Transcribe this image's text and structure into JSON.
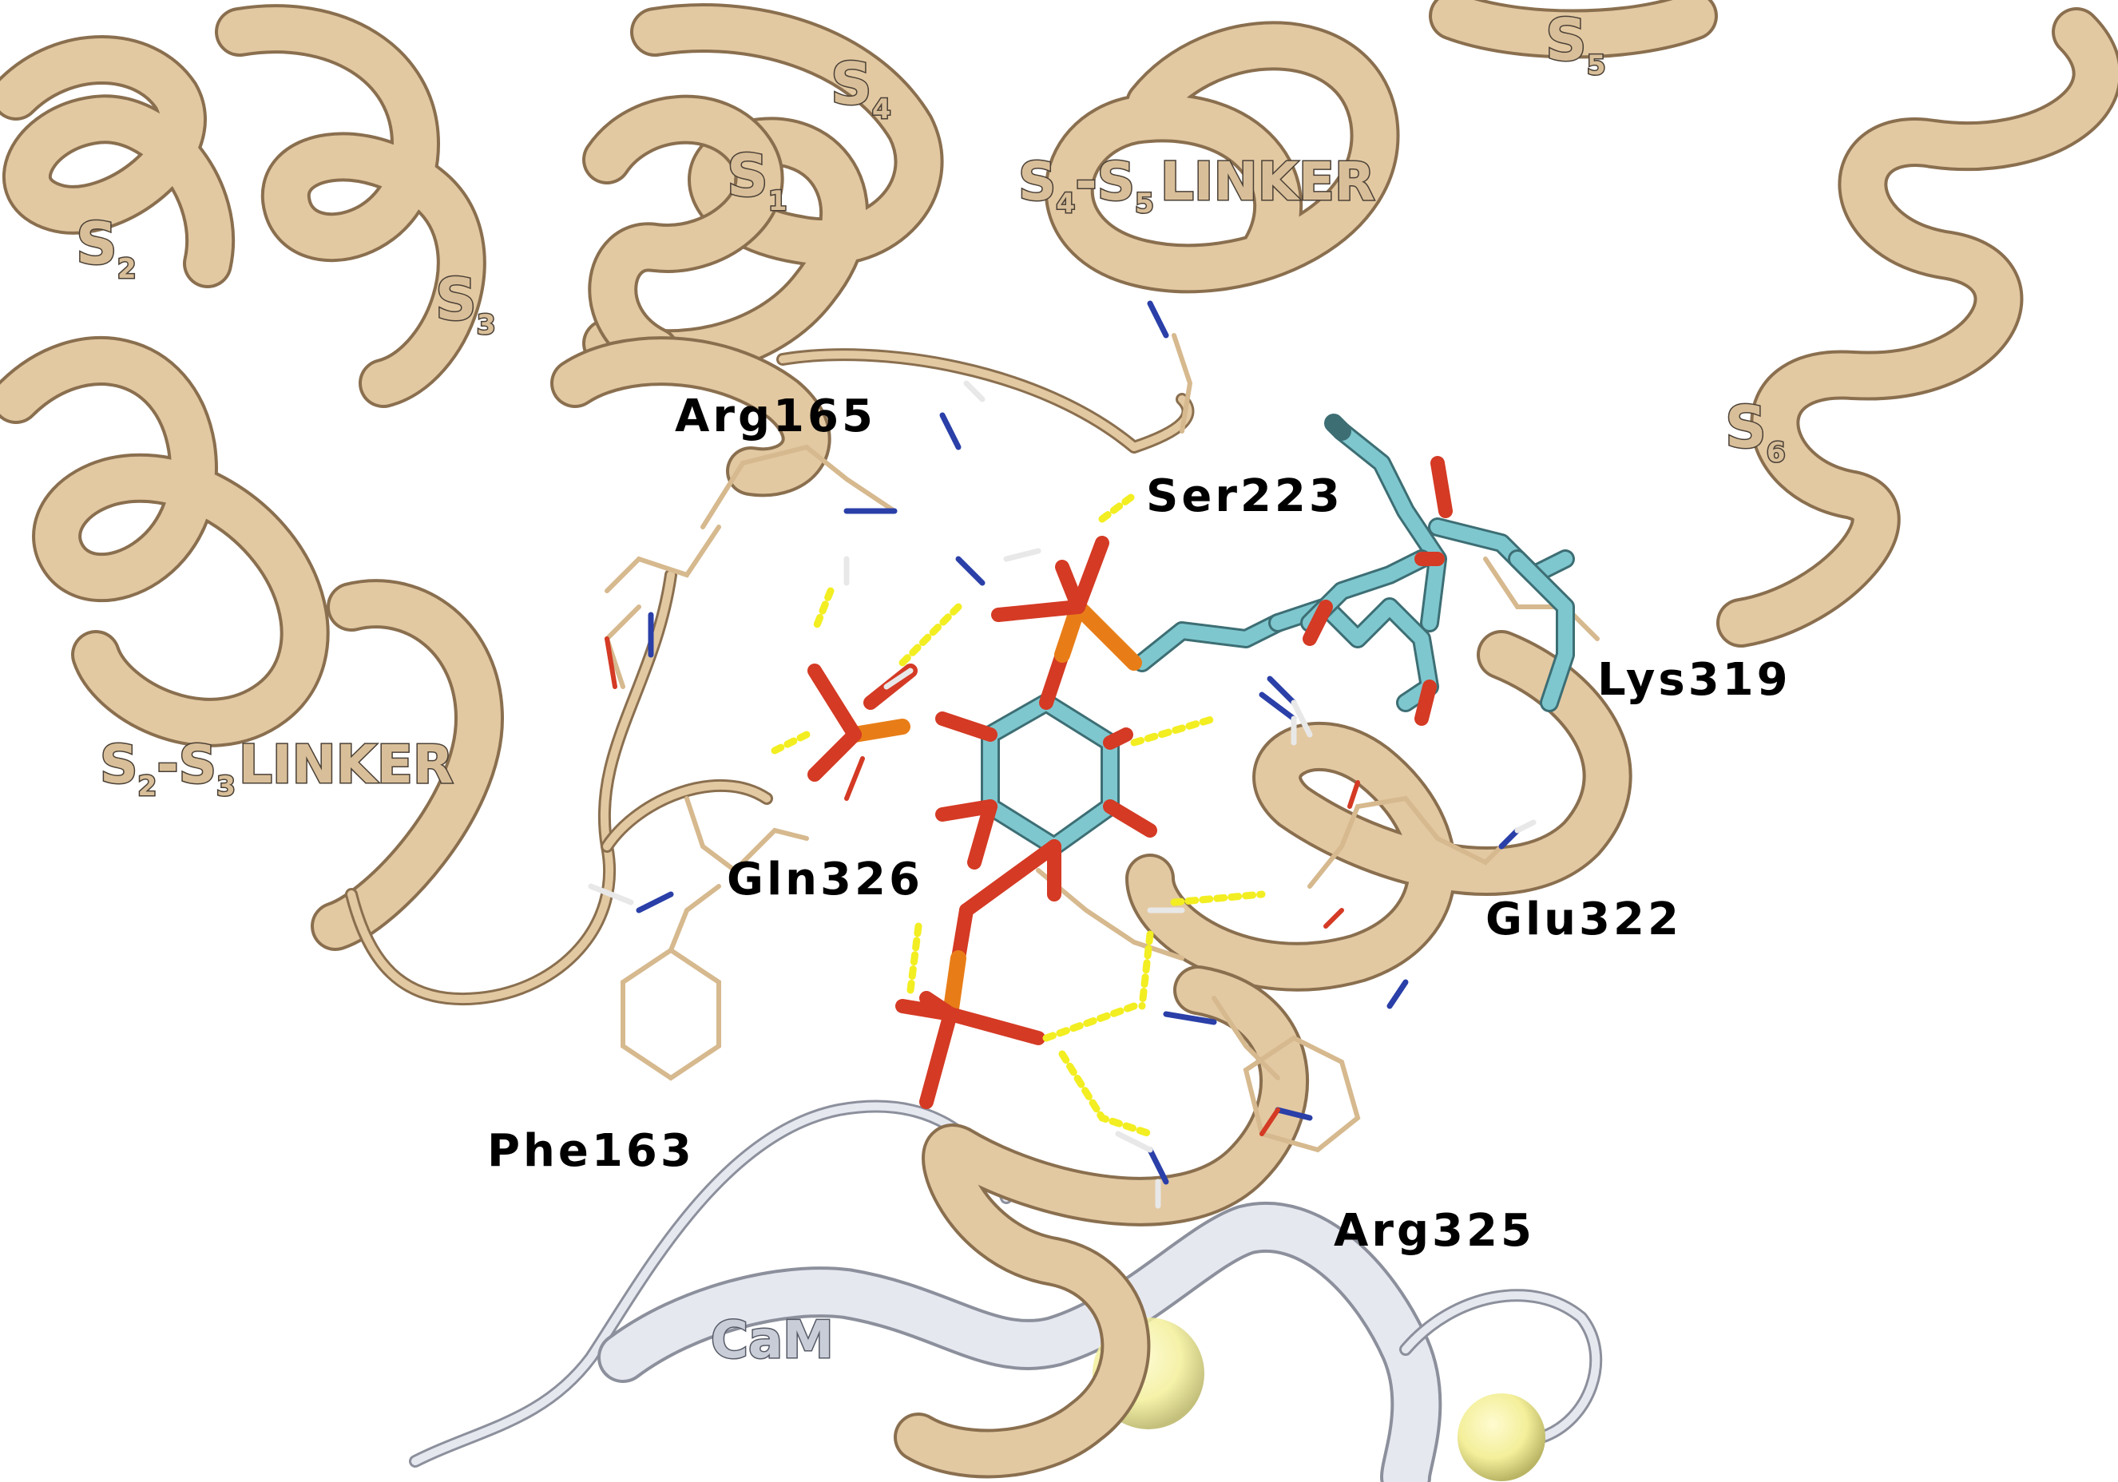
{
  "helix_labels": [
    {
      "id": "s1",
      "main": "S",
      "sub": "1"
    },
    {
      "id": "s2",
      "main": "S",
      "sub": "2"
    },
    {
      "id": "s3",
      "main": "S",
      "sub": "3"
    },
    {
      "id": "s4",
      "main": "S",
      "sub": "4"
    },
    {
      "id": "s5",
      "main": "S",
      "sub": "5"
    },
    {
      "id": "s6",
      "main": "S",
      "sub": "6"
    },
    {
      "id": "s4s5",
      "main1": "S",
      "sub1": "4",
      "mid": "-S",
      "sub2": "5",
      "tail": "LINKER"
    },
    {
      "id": "s2s3",
      "main1": "S",
      "sub1": "2",
      "mid": "-S",
      "sub2": "3",
      "tail": "LINKER"
    }
  ],
  "residues": {
    "arg165": "Arg165",
    "ser223": "Ser223",
    "lys319": "Lys319",
    "gln326": "Gln326",
    "glu322": "Glu322",
    "phe163": "Phe163",
    "arg325": "Arg325"
  },
  "cam": "CaM",
  "colors": {
    "protein_ribbon": "#e3c9a2",
    "calmodulin_ribbon": "#e6e8f0",
    "ligand_carbon": "#7ec7cf",
    "oxygen": "#d43a24",
    "phosphorus": "#e87d17",
    "nitrogen": "#2a3fa8",
    "hydrogen_bond": "#f2ee22",
    "calcium_ion": "#f3ef9a"
  }
}
